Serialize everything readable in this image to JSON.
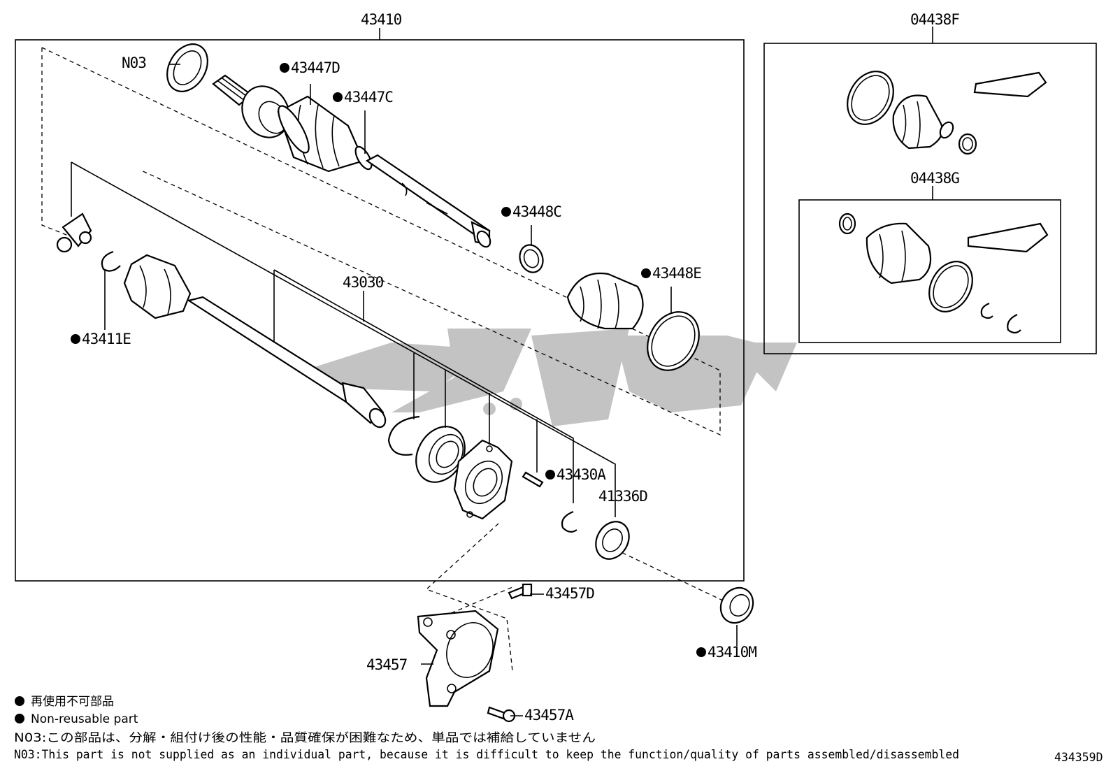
{
  "callouts": {
    "assembly_main": "43410",
    "boot_kit_outer": "04438F",
    "boot_kit_inner": "04438G",
    "n03": "N03",
    "clamp_447d": "43447D",
    "clamp_447c": "43447C",
    "clamp_448c": "43448C",
    "boot_448e": "43448E",
    "inner_shaft": "43030",
    "snap_ring_411e": "43411E",
    "pin_430a": "43430A",
    "seal_336d": "41336D",
    "bolt_457d": "43457D",
    "bracket": "43457",
    "bolt_457a": "43457A",
    "seal_410m": "43410M"
  },
  "legend": {
    "jp": "再使用不可部品",
    "en": "Non-reusable part"
  },
  "notes": {
    "jp": "N03:この部品は、分解・組付け後の性能・品質確保が困難なため、単品では補給していません",
    "en": "N03:This part is not supplied as an individual part, because it is difficult to keep the function/quality of parts assembled/disassembled"
  },
  "diagram_id": "434359D",
  "watermark": "ﺔﯾﻔﻟ",
  "colors": {
    "line": "#000000",
    "watermark": "#b8b8b8",
    "background": "#ffffff"
  },
  "marker_icon": "filled-circle-icon"
}
